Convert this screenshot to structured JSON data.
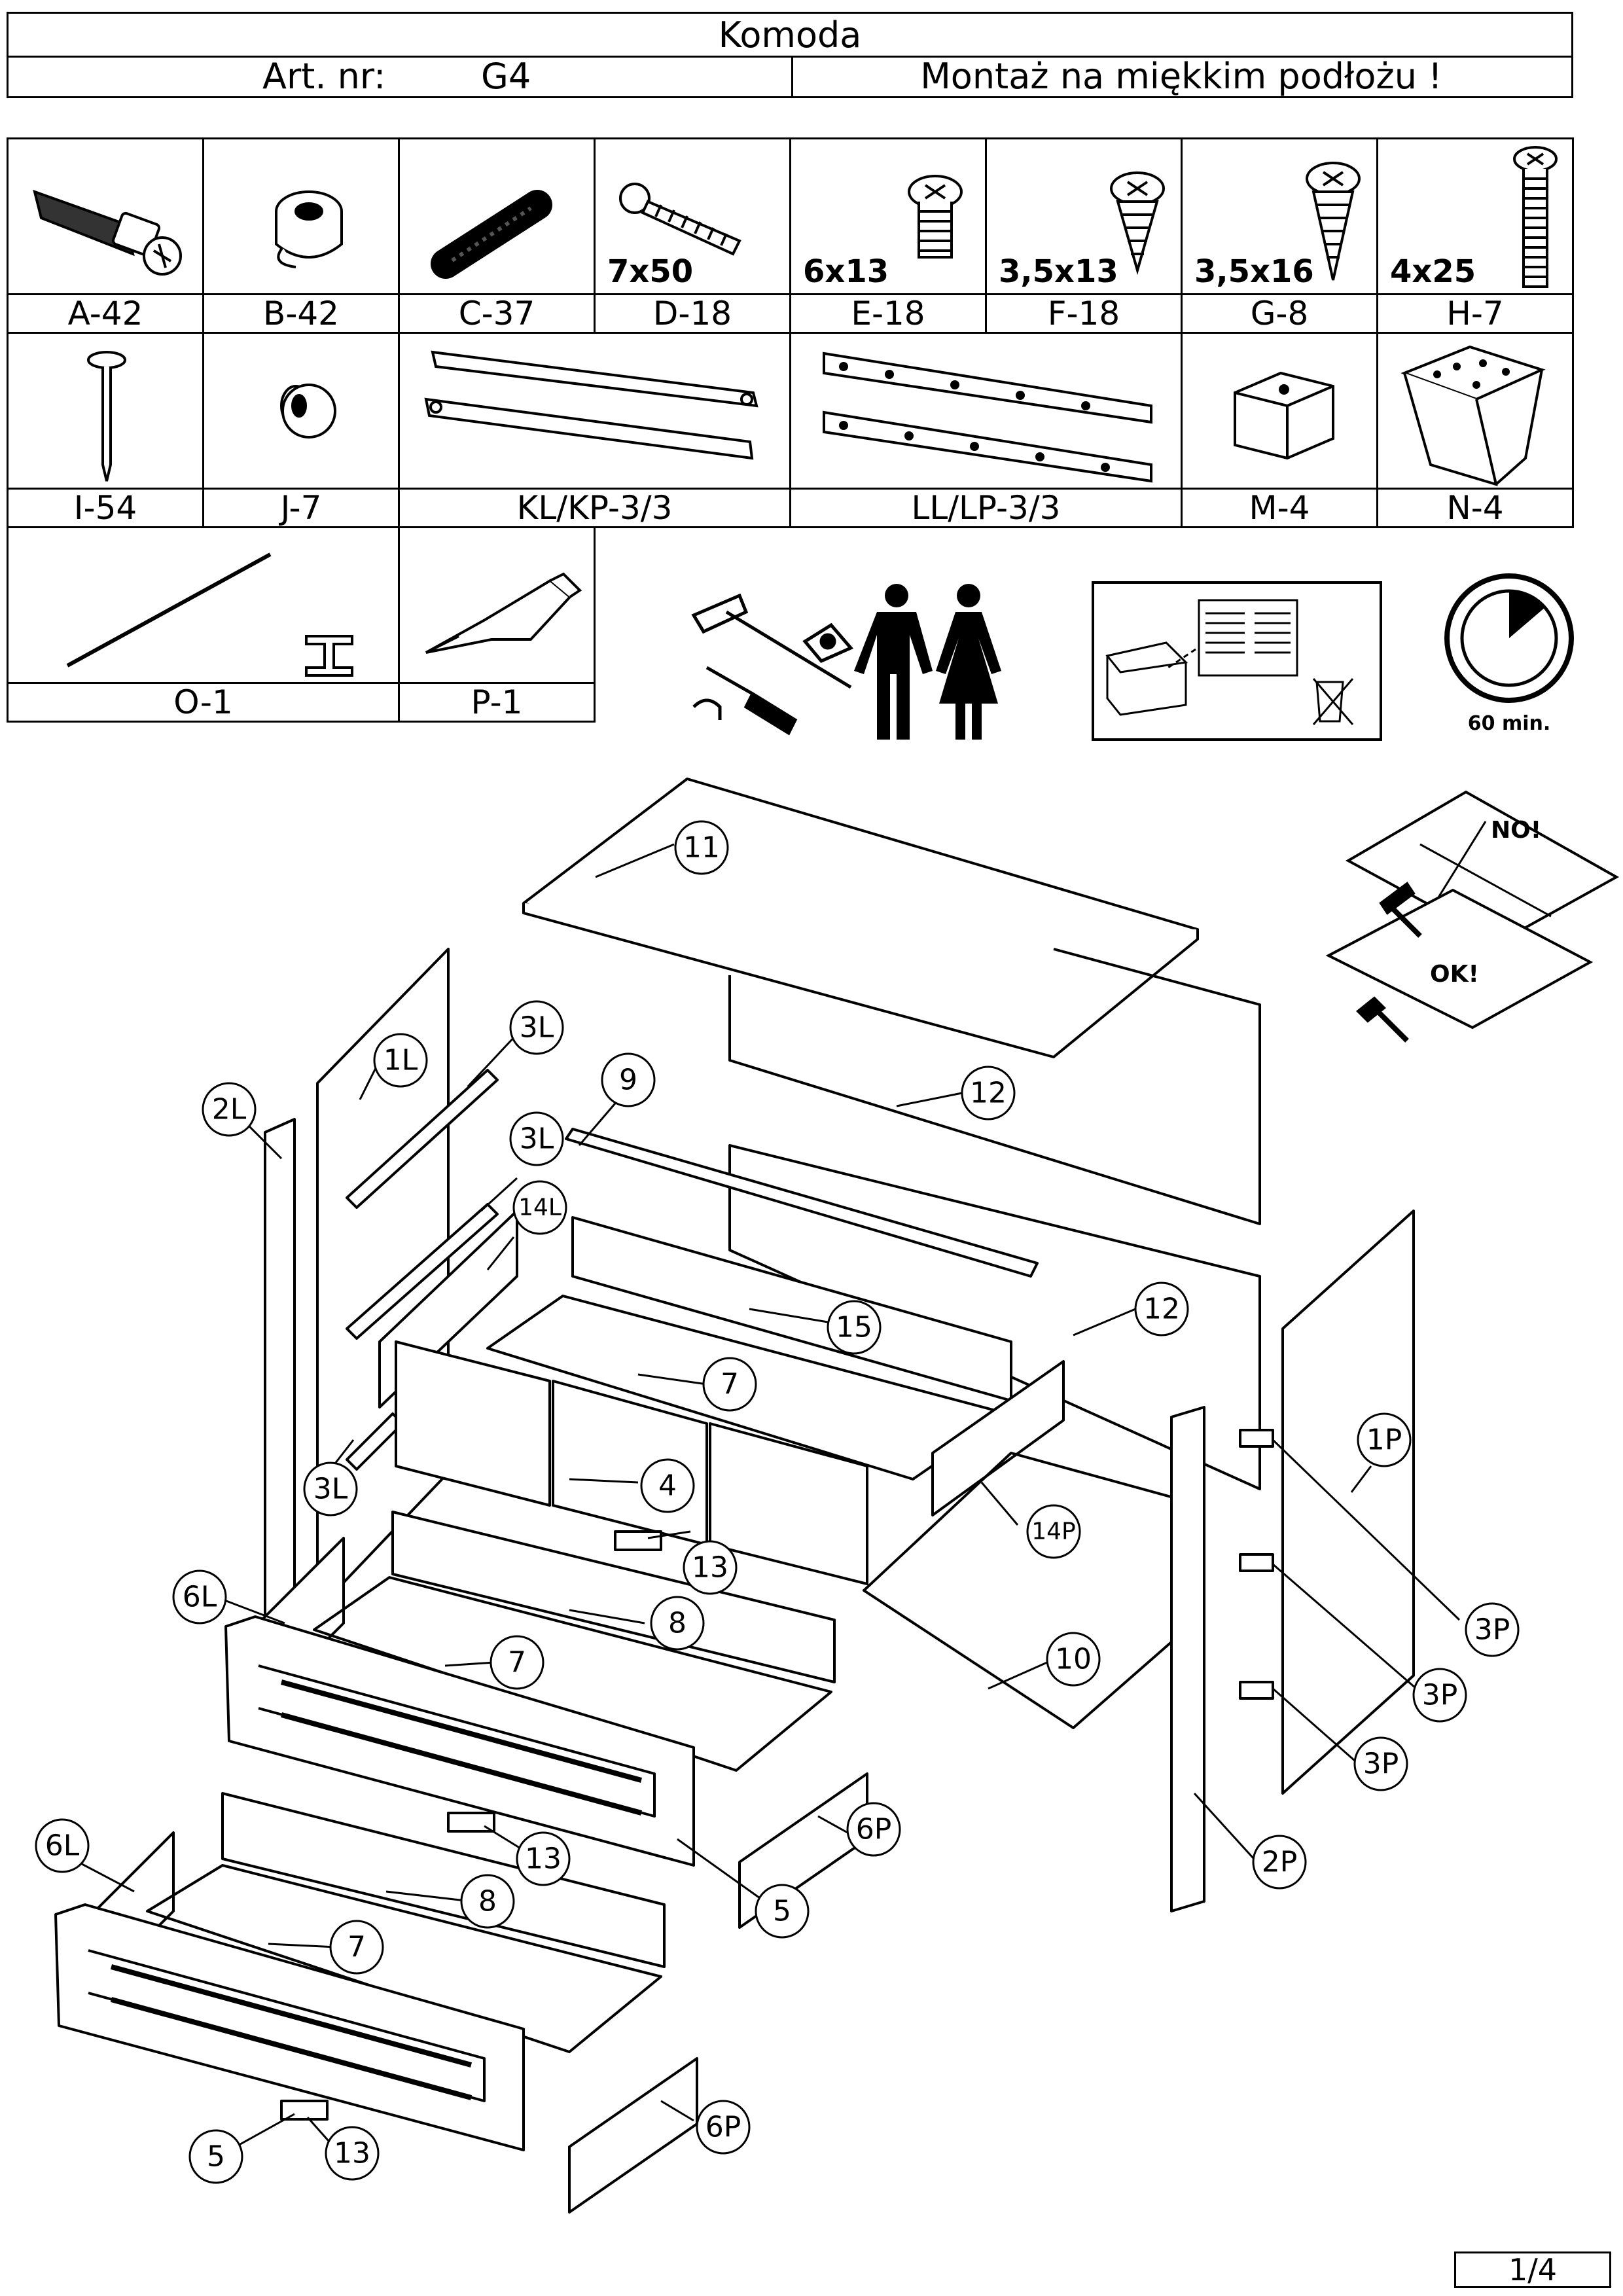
{
  "header": {
    "title": "Komoda",
    "art_label": "Art. nr:",
    "art_code": "G4",
    "notice": "Montaż na miękkim podłożu !"
  },
  "parts_row1": [
    {
      "code": "A-42",
      "size": "",
      "icon": "cam-dowel-icon"
    },
    {
      "code": "B-42",
      "size": "",
      "icon": "cam-lock-icon"
    },
    {
      "code": "C-37",
      "size": "",
      "icon": "wooden-dowel-icon"
    },
    {
      "code": "D-18",
      "size": "7x50",
      "icon": "confirmat-screw-icon"
    },
    {
      "code": "E-18",
      "size": "6x13",
      "icon": "euro-screw-icon"
    },
    {
      "code": "F-18",
      "size": "3,5x13",
      "icon": "wood-screw-icon"
    },
    {
      "code": "G-8",
      "size": "3,5x16",
      "icon": "wood-screw-long-icon"
    },
    {
      "code": "H-7",
      "size": "4x25",
      "icon": "machine-screw-icon"
    }
  ],
  "parts_row2": [
    {
      "code": "I-54",
      "icon": "nail-icon"
    },
    {
      "code": "J-7",
      "icon": "knob-icon"
    },
    {
      "code": "KL/KP-3/3",
      "icon": "rail-pair-icon"
    },
    {
      "code": "LL/LP-3/3",
      "icon": "drawer-slide-icon"
    },
    {
      "code": "M-4",
      "icon": "foot-pad-icon"
    },
    {
      "code": "N-4",
      "icon": "leg-icon"
    }
  ],
  "parts_row3": [
    {
      "code": "O-1",
      "icon": "rod-icon"
    },
    {
      "code": "P-1",
      "icon": "glue-tube-icon"
    }
  ],
  "assembly_time": "60 min.",
  "warning": {
    "bad": "NO!",
    "good": "OK!"
  },
  "callouts": [
    "11",
    "12",
    "12",
    "1L",
    "2L",
    "3L",
    "3L",
    "3L",
    "9",
    "14L",
    "15",
    "7",
    "4",
    "13",
    "14P",
    "1P",
    "3P",
    "3P",
    "3P",
    "10",
    "2P",
    "6L",
    "8",
    "7",
    "6P",
    "5",
    "13",
    "6L",
    "8",
    "7",
    "6P",
    "5",
    "13"
  ],
  "page": "1/4"
}
